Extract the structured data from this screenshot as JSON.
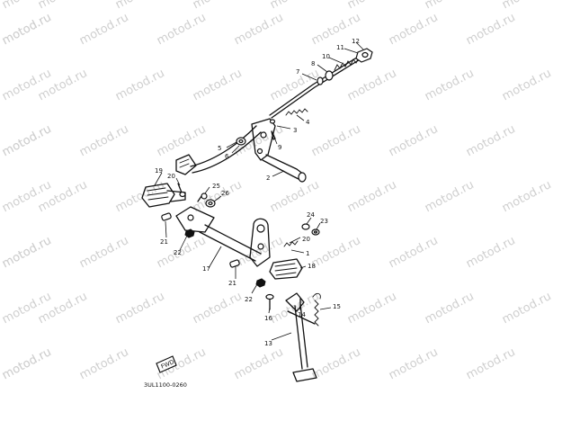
{
  "watermark": {
    "text": "motod.ru"
  },
  "diagram_code": "3UL1100-0260",
  "front_badge": "FWD",
  "callouts": {
    "n1": "1",
    "n2": "2",
    "n3": "3",
    "n4": "4",
    "n5": "5",
    "n6": "6",
    "n7": "7",
    "n8": "8",
    "n9": "9",
    "n10": "10",
    "n11": "11",
    "n12": "12",
    "n13": "13",
    "n14": "14",
    "n15": "15",
    "n16": "16",
    "n17": "17",
    "n18": "18",
    "n19": "19",
    "n20a": "20",
    "n20b": "20",
    "n21a": "21",
    "n21b": "21",
    "n22a": "22",
    "n22b": "22",
    "n23": "23",
    "n24": "24",
    "n25": "25",
    "n26": "26"
  }
}
